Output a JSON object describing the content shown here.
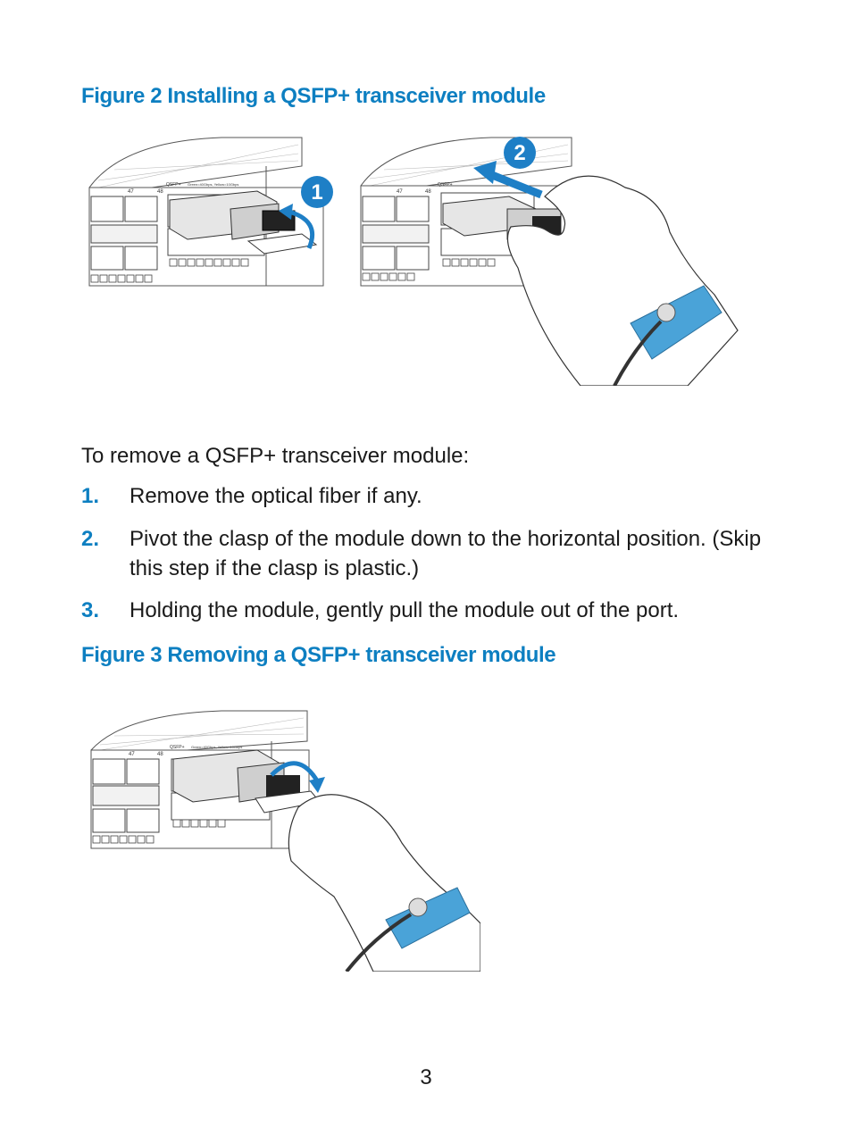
{
  "figure2": {
    "caption": "Figure 2 Installing a QSFP+ transceiver module",
    "step_badges": [
      "1",
      "2"
    ],
    "port_labels": {
      "qsfp": "QSFP+",
      "leds": "Green=40Gbps, Yellow=10Gbps",
      "p47": "47",
      "p48": "48"
    }
  },
  "intro": "To remove a QSFP+ transceiver module:",
  "steps": [
    {
      "num": "1.",
      "text": "Remove the optical fiber if any."
    },
    {
      "num": "2.",
      "text": "Pivot the clasp of the module down to the horizontal position. (Skip this step if the clasp is plastic.)"
    },
    {
      "num": "3.",
      "text": "Holding the module, gently pull the module out of the port."
    }
  ],
  "figure3": {
    "caption": "Figure 3 Removing a QSFP+ transceiver module",
    "port_labels": {
      "qsfp": "QSFP+",
      "leds": "Green=40Gbps, Yellow=10Gbps",
      "p47": "47",
      "p48": "48"
    }
  },
  "page_number": "3",
  "colors": {
    "accent": "#0d7fc1",
    "wrist_strap": "#4aa3d8",
    "badge": "#1e7fc6"
  }
}
